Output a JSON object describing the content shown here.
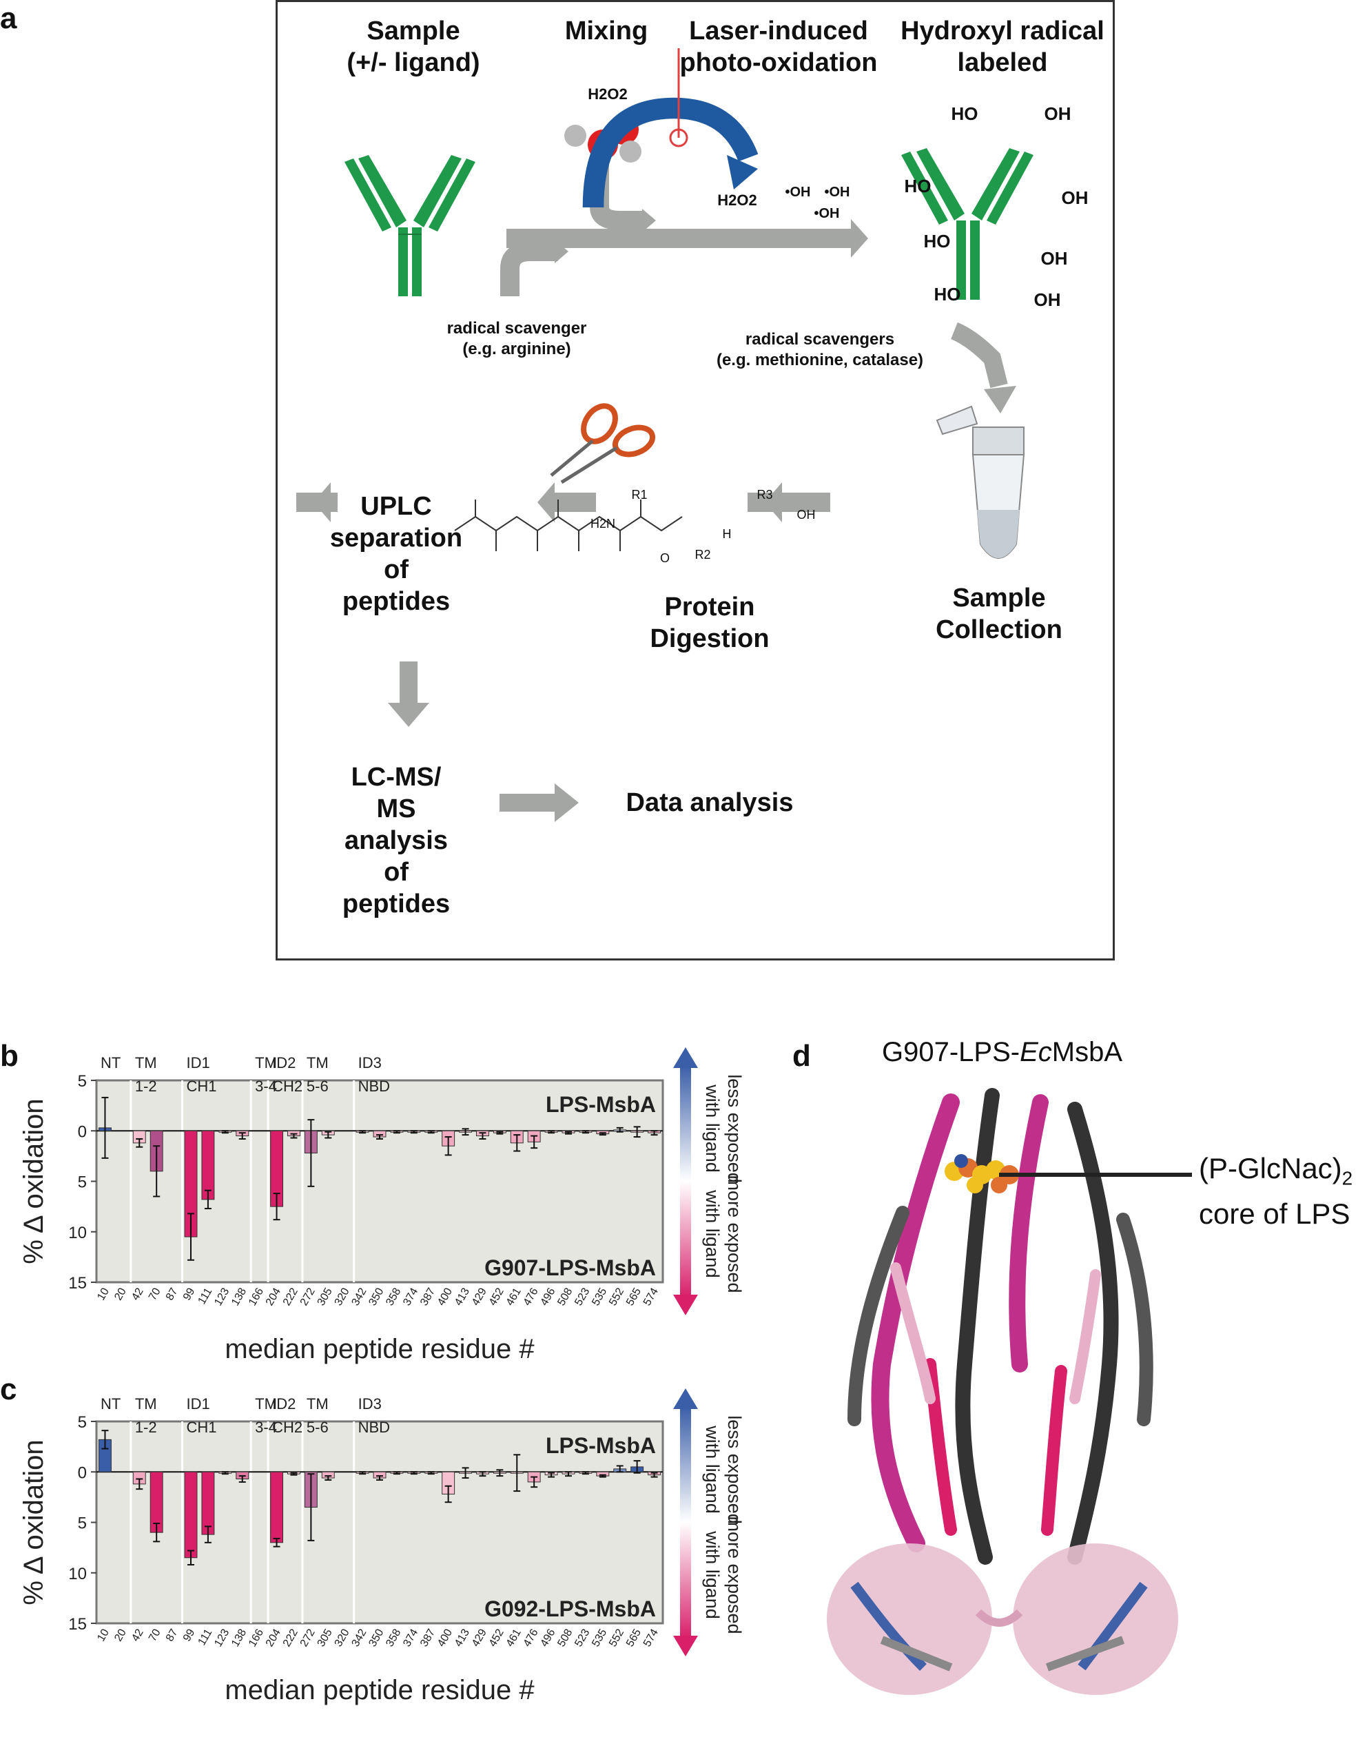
{
  "panel_a": {
    "letter": "a",
    "steps": {
      "sample": "Sample\n(+/- ligand)",
      "mixing": "Mixing",
      "laser": "Laser-induced\nphoto-oxidation",
      "labeled": "Hydroxyl radical\nlabeled",
      "scavenger1": "radical scavenger\n(e.g. arginine)",
      "scavenger2": "radical scavengers\n(e.g. methionine, catalase)",
      "uplc": "UPLC\nseparation\nof\npeptides",
      "digestion": "Protein\nDigestion",
      "collection": "Sample\nCollection",
      "lcms": "LC-MS/\nMS\nanalysis\nof\npeptides",
      "data_analysis": "Data analysis"
    },
    "chem": {
      "h2o2_top": "H2O2",
      "h2o2_laser": "H2O2",
      "oh1": "•OH",
      "oh2": "•OH",
      "oh3": "•OH",
      "ho": [
        "HO",
        "OH",
        "HO",
        "OH",
        "HO",
        "OH",
        "HO",
        "OH"
      ],
      "peptide": {
        "h2n": "H2N",
        "oh": "OH",
        "r1": "R1",
        "r2": "R2",
        "r3": "R3",
        "o": "O",
        "h": "H"
      }
    }
  },
  "panel_b": {
    "letter": "b"
  },
  "panel_c": {
    "letter": "c"
  },
  "panel_d": {
    "letter": "d",
    "title_prefix": "G907-LPS-",
    "title_italic": "Ec",
    "title_suffix": "MsbA",
    "callout_line1": "(P-GlcNac)",
    "callout_sub": "2",
    "callout_line2": "core of LPS"
  },
  "chart_data": [
    {
      "type": "bar",
      "panel": "b",
      "categories": [
        "10",
        "20",
        "42",
        "70",
        "87",
        "99",
        "111",
        "123",
        "138",
        "166",
        "204",
        "222",
        "272",
        "305",
        "320",
        "342",
        "350",
        "358",
        "374",
        "387",
        "400",
        "413",
        "429",
        "452",
        "461",
        "476",
        "496",
        "508",
        "523",
        "535",
        "552",
        "565",
        "574"
      ],
      "values": [
        -0.3,
        0,
        1.2,
        4.0,
        0,
        10.5,
        6.8,
        0.1,
        0.5,
        0,
        7.5,
        0.5,
        2.2,
        0.4,
        0,
        0.1,
        0.6,
        0.1,
        0.1,
        0.1,
        1.5,
        0.1,
        0.5,
        0.2,
        1.2,
        1.1,
        0.1,
        0.2,
        0.1,
        0.3,
        -0.1,
        0.1,
        0.2
      ],
      "errors": [
        3.0,
        0,
        0.4,
        2.5,
        0,
        2.3,
        0.9,
        0.1,
        0.3,
        0,
        1.3,
        0.2,
        3.3,
        0.3,
        0,
        0.1,
        0.2,
        0.1,
        0.1,
        0.1,
        0.9,
        0.3,
        0.3,
        0.1,
        0.8,
        0.6,
        0.1,
        0.1,
        0.1,
        0.1,
        0.2,
        0.5,
        0.2
      ],
      "colors": [
        "#3a5ea8",
        "#f5c8d6",
        "#f5c0d0",
        "#b0508a",
        "#f5c8d6",
        "#d81f68",
        "#d81f68",
        "#f7d0dc",
        "#f0a8c0",
        "#f5c8d6",
        "#d81f68",
        "#f0b0c6",
        "#b86a9a",
        "#f5c0d0",
        "#f5c8d6",
        "#f7d0dc",
        "#f0b0c6",
        "#f7d0dc",
        "#f7d0dc",
        "#f7d0dc",
        "#f0a8c0",
        "#f7d0dc",
        "#f0b0c6",
        "#f7d0dc",
        "#f0a8c0",
        "#f0a8c0",
        "#f7d0dc",
        "#f7d0dc",
        "#f7d0dc",
        "#f0b0c6",
        "#c8d0e8",
        "#f7d0dc",
        "#f0b0c6"
      ],
      "ylabel": "% Δ oxidation",
      "xlabel": "median peptide residue #",
      "yticks": [
        "5",
        "0",
        "5",
        "10",
        "15"
      ],
      "ylim": [
        -5,
        15
      ],
      "top_label": "LPS-MsbA",
      "bottom_label": "G907-LPS-MsbA",
      "side_top": "less exposed\nwith ligand",
      "side_bottom": "more exposed\nwith ligand",
      "domains": [
        {
          "l1": "NT",
          "l2": "",
          "after_index": 1
        },
        {
          "l1": "TM",
          "l2": "1-2",
          "after_index": 4
        },
        {
          "l1": "ID1",
          "l2": "CH1",
          "after_index": 8
        },
        {
          "l1": "TM",
          "l2": "3-4",
          "after_index": 9
        },
        {
          "l1": "ID2",
          "l2": "CH2",
          "after_index": 11
        },
        {
          "l1": "TM",
          "l2": "5-6",
          "after_index": 14
        },
        {
          "l1": "ID3",
          "l2": "NBD",
          "after_index": 32
        }
      ]
    },
    {
      "type": "bar",
      "panel": "c",
      "categories": [
        "10",
        "20",
        "42",
        "70",
        "87",
        "99",
        "111",
        "123",
        "138",
        "166",
        "204",
        "222",
        "272",
        "305",
        "320",
        "342",
        "350",
        "358",
        "374",
        "387",
        "400",
        "413",
        "429",
        "452",
        "461",
        "476",
        "496",
        "508",
        "523",
        "535",
        "552",
        "565",
        "574"
      ],
      "values": [
        -3.2,
        0,
        1.2,
        6.0,
        0,
        8.5,
        6.2,
        0.1,
        0.7,
        0,
        7.0,
        0.2,
        3.5,
        0.6,
        0,
        0.1,
        0.6,
        0.1,
        0.1,
        0.1,
        2.2,
        0.1,
        0.2,
        0.1,
        0.1,
        1.0,
        0.3,
        0.2,
        0.1,
        0.4,
        -0.3,
        -0.5,
        0.3
      ],
      "errors": [
        0.9,
        0,
        0.5,
        0.9,
        0,
        0.7,
        0.8,
        0.1,
        0.3,
        0,
        0.4,
        0.1,
        3.3,
        0.2,
        0,
        0.1,
        0.2,
        0.1,
        0.1,
        0.1,
        0.8,
        0.5,
        0.2,
        0.3,
        1.8,
        0.5,
        0.2,
        0.2,
        0.1,
        0.1,
        0.3,
        0.6,
        0.2
      ],
      "colors": [
        "#3a5ea8",
        "#f5c8d6",
        "#f0a8c0",
        "#d81f68",
        "#f5c8d6",
        "#d81f68",
        "#d81f68",
        "#f7d0dc",
        "#e07aa0",
        "#f5c8d6",
        "#d81f68",
        "#f7d0dc",
        "#b86a9a",
        "#f0b0c6",
        "#f5c8d6",
        "#f7d0dc",
        "#f0b0c6",
        "#f7d0dc",
        "#f7d0dc",
        "#f7d0dc",
        "#f5c0d0",
        "#f7d0dc",
        "#f7d0dc",
        "#f7d0dc",
        "#f7d0dc",
        "#f0a8c0",
        "#f7d0dc",
        "#f7d0dc",
        "#f7d0dc",
        "#f0b0c6",
        "#7a90c8",
        "#3a5ea8",
        "#f0b0c6"
      ],
      "ylabel": "% Δ oxidation",
      "xlabel": "median peptide residue #",
      "yticks": [
        "5",
        "0",
        "5",
        "10",
        "15"
      ],
      "ylim": [
        -5,
        15
      ],
      "top_label": "LPS-MsbA",
      "bottom_label": "G092-LPS-MsbA",
      "side_top": "less exposed\nwith ligand",
      "side_bottom": "more exposed\nwith ligand",
      "domains": [
        {
          "l1": "NT",
          "l2": "",
          "after_index": 1
        },
        {
          "l1": "TM",
          "l2": "1-2",
          "after_index": 4
        },
        {
          "l1": "ID1",
          "l2": "CH1",
          "after_index": 8
        },
        {
          "l1": "TM",
          "l2": "3-4",
          "after_index": 9
        },
        {
          "l1": "ID2",
          "l2": "CH2",
          "after_index": 11
        },
        {
          "l1": "TM",
          "l2": "5-6",
          "after_index": 14
        },
        {
          "l1": "ID3",
          "l2": "NBD",
          "after_index": 32
        }
      ]
    }
  ]
}
